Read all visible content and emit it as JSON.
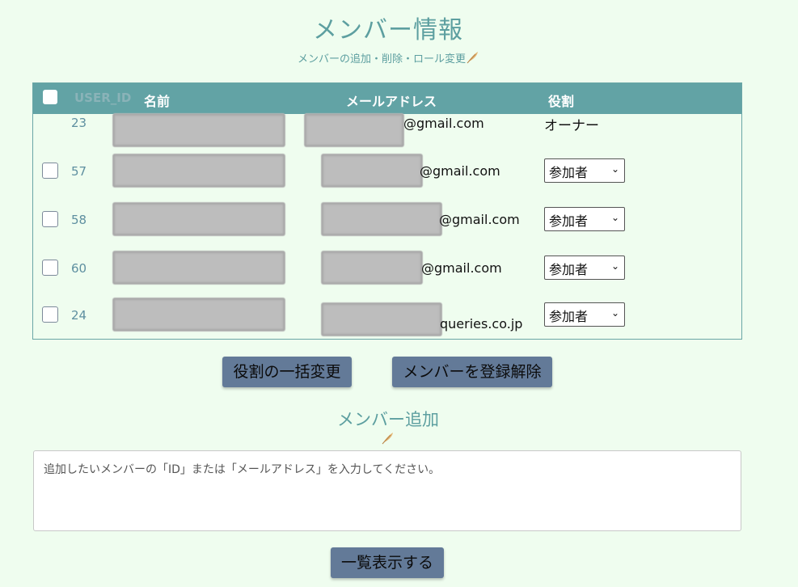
{
  "header": {
    "title": "メンバー情報",
    "subtitle": "メンバーの追加・削除・ロール変更"
  },
  "table": {
    "columns": {
      "id": "USER_ID",
      "name": "名前",
      "email": "メールアドレス",
      "role": "役割"
    },
    "rows": [
      {
        "id": "23",
        "email_suffix": "@gmail.com",
        "role": "オーナー"
      },
      {
        "id": "57",
        "email_suffix": "@gmail.com",
        "role": "参加者"
      },
      {
        "id": "58",
        "email_suffix": "@gmail.com",
        "role": "参加者"
      },
      {
        "id": "60",
        "email_suffix": "@gmail.com",
        "role": "参加者"
      },
      {
        "id": "24",
        "email_suffix": "queries.co.jp",
        "role": "参加者"
      }
    ]
  },
  "actions": {
    "bulk_role_change": "役割の一括変更",
    "unregister_members": "メンバーを登録解除"
  },
  "add_member": {
    "title": "メンバー追加",
    "placeholder": "追加したいメンバーの「ID」または「メールアドレス」を入力してください。",
    "list_button": "一覧表示する"
  },
  "colors": {
    "background": "#effdef",
    "header_bg": "#62a3a5",
    "accent_text": "#5d9fa0",
    "button_bg": "#637a98"
  },
  "icons": {
    "subtitle_icon": "feather-icon",
    "section_icon": "feather-icon"
  }
}
